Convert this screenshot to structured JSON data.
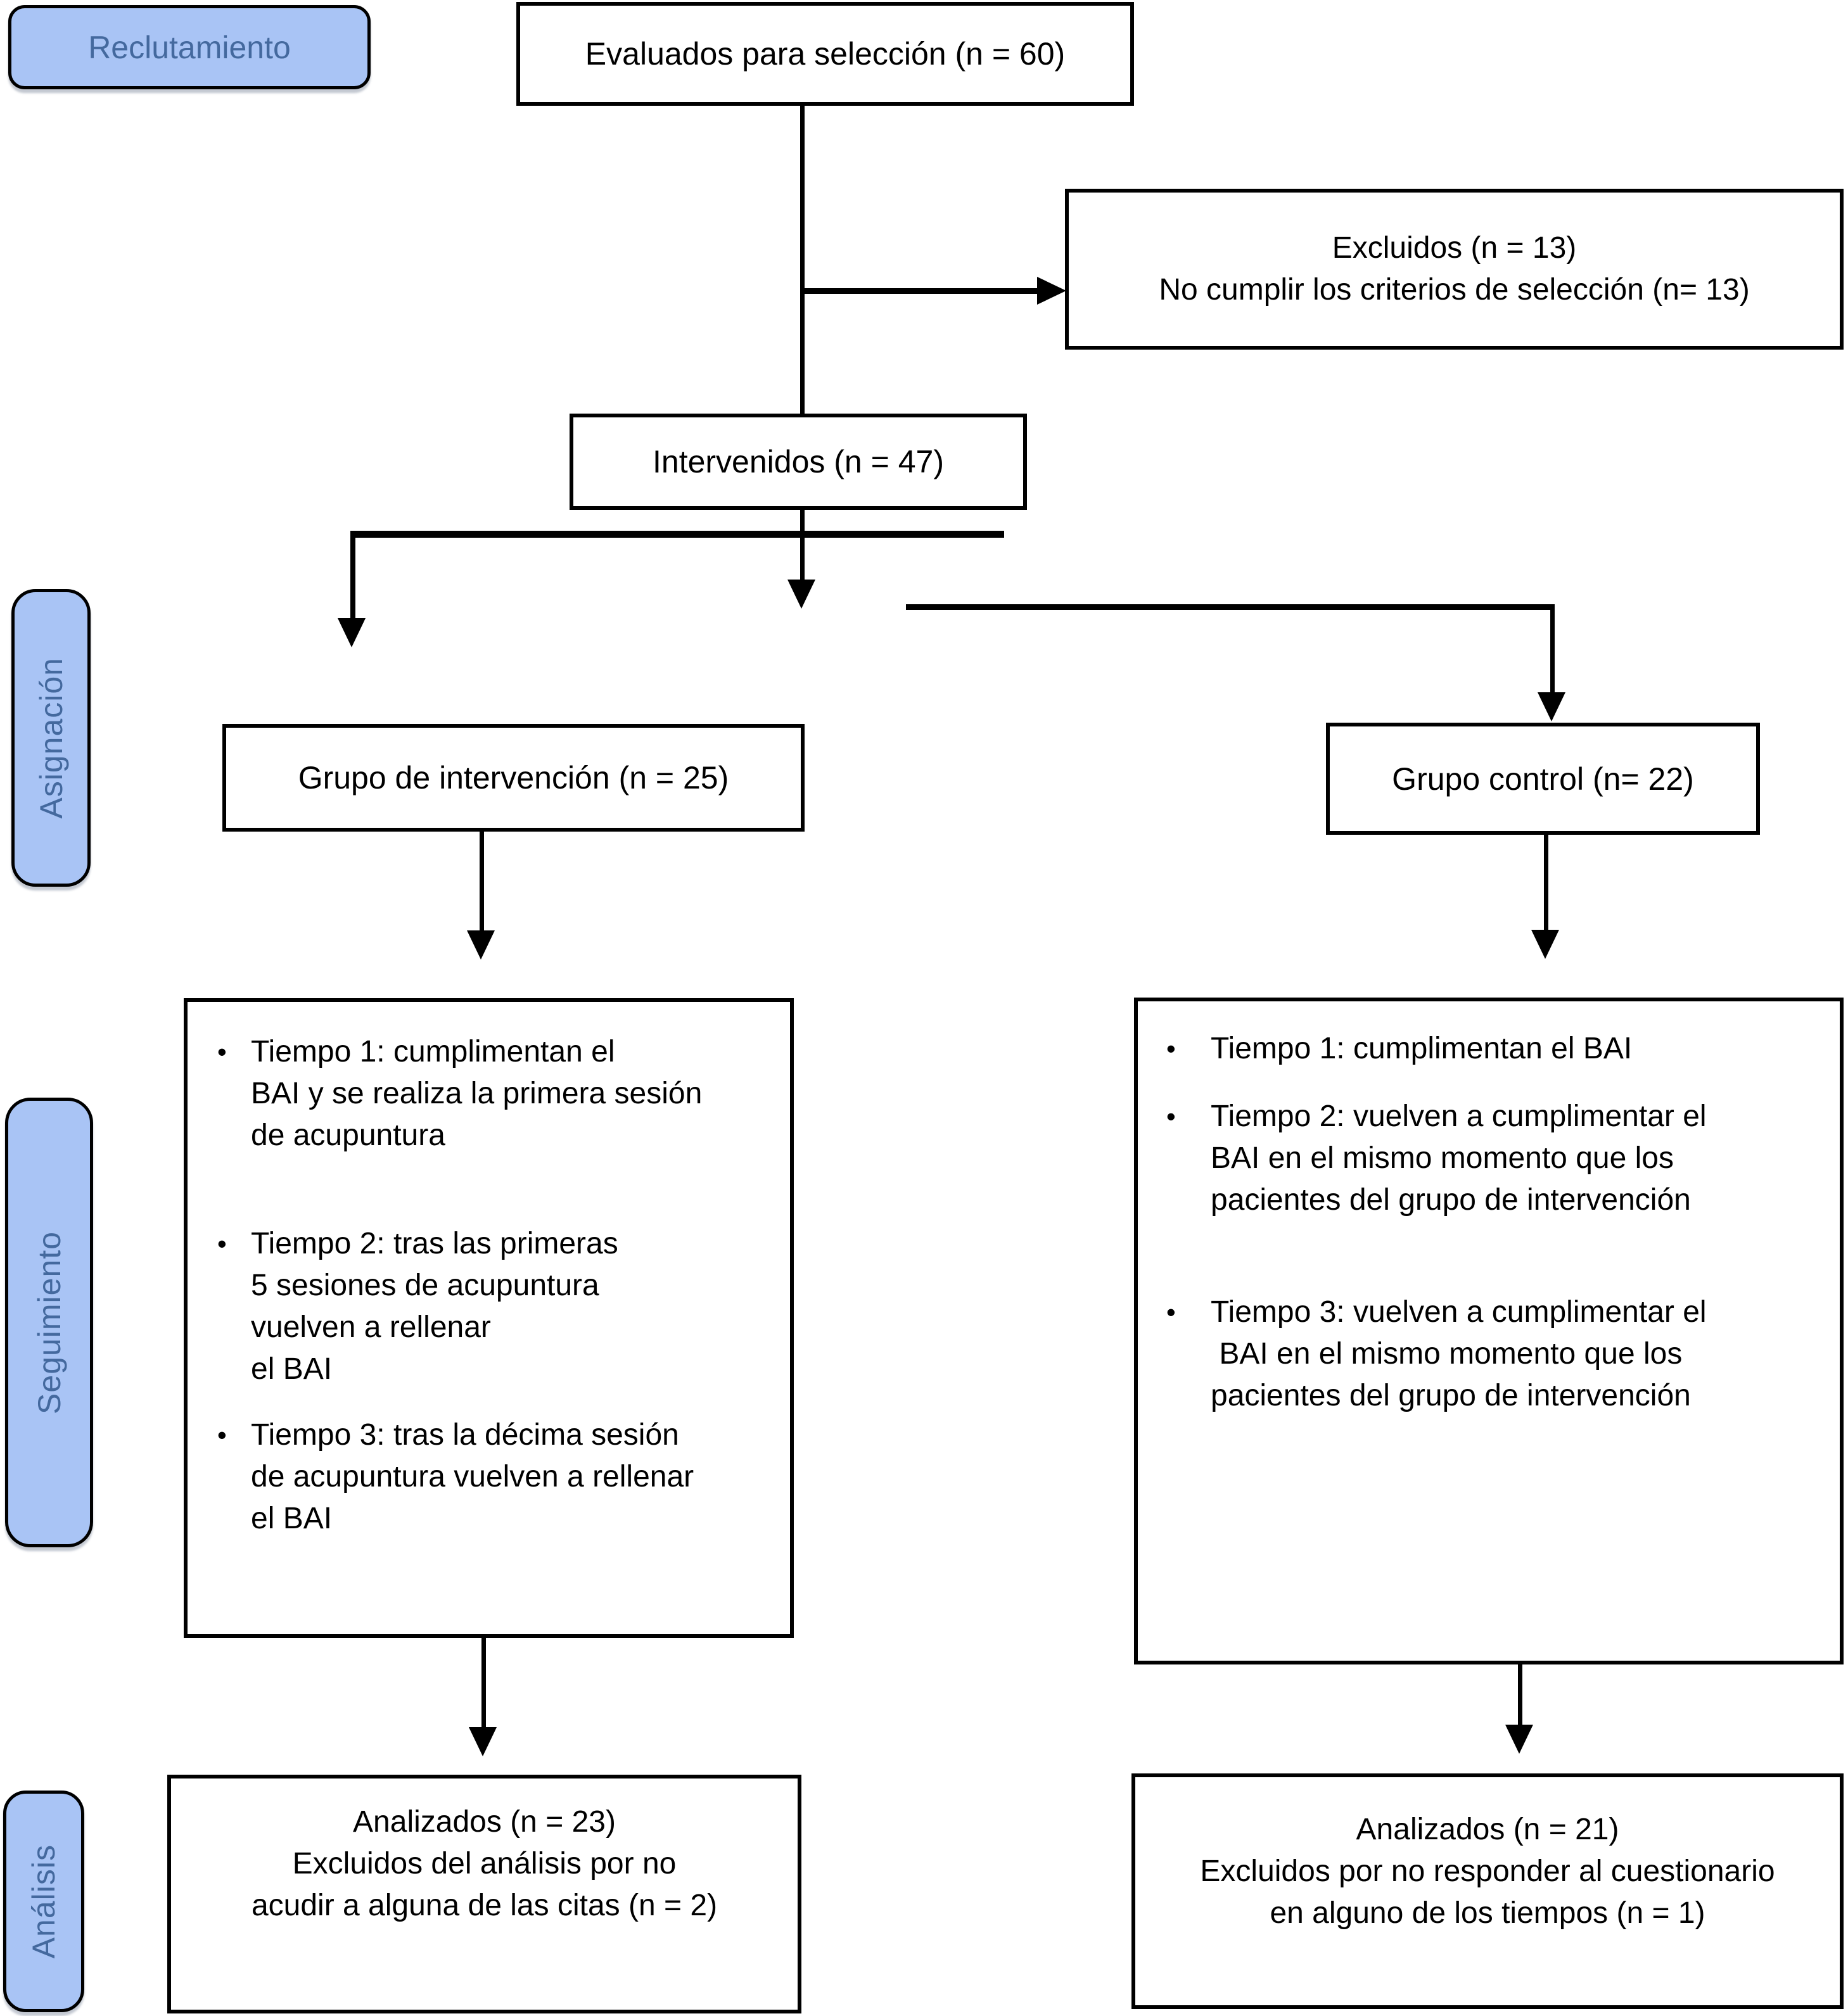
{
  "stages": {
    "recruitment": {
      "label": "Reclutamiento"
    },
    "assignment": {
      "label": "Asignación"
    },
    "followup": {
      "label": "Seguimiento"
    },
    "analysis": {
      "label": "Análisis"
    }
  },
  "boxes": {
    "assessed": {
      "text": "Evaluados para selección (n = 60)"
    },
    "excluded": {
      "text": "Excluidos (n = 13)\nNo cumplir los criterios de selección (n= 13)"
    },
    "intervened": {
      "text": "Intervenidos (n = 47)"
    },
    "group_intervention": {
      "text": "Grupo de intervención (n = 25)"
    },
    "group_control": {
      "text": "Grupo control (n= 22)"
    },
    "followup_intervention": {
      "bullets": [
        "Tiempo 1: cumplimentan el\nBAI y se realiza la primera sesión\nde acupuntura",
        "Tiempo 2: tras las primeras\n5 sesiones de acupuntura\nvuelven a rellenar\nel BAI",
        "Tiempo 3: tras la décima sesión\nde acupuntura vuelven a rellenar\nel BAI"
      ]
    },
    "followup_control": {
      "bullets": [
        "Tiempo 1: cumplimentan el BAI",
        "Tiempo 2: vuelven a cumplimentar el\nBAI en el mismo momento que los\npacientes del grupo de intervención",
        "Tiempo 3: vuelven a cumplimentar el\n BAI en el mismo momento que los\npacientes del grupo de intervención"
      ]
    },
    "analyzed_intervention": {
      "text": "Analizados (n = 23)\nExcluidos del análisis por no\nacudir a alguna de las citas (n = 2)"
    },
    "analyzed_control": {
      "text": "Analizados (n = 21)\nExcluidos por no responder al cuestionario\nen alguno de los tiempos (n = 1)"
    }
  },
  "bullet_marker": "•",
  "colors": {
    "stage_fill": "#A9C4F5",
    "stage_text": "#44699E",
    "stage_border": "#000000",
    "box_border": "#000000",
    "line": "#000000",
    "background": "#FFFFFF"
  }
}
